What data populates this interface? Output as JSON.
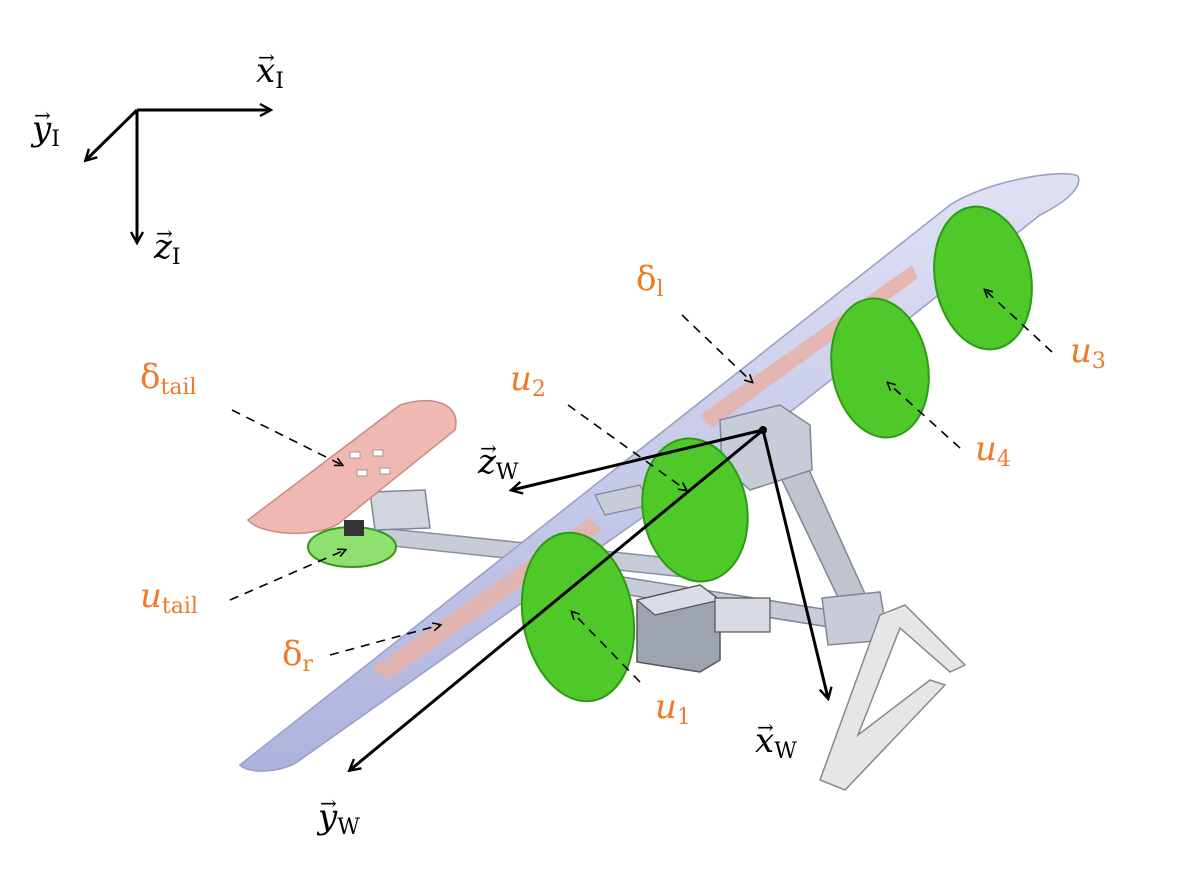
{
  "colors": {
    "wing": "#c9ccee",
    "wing_edge": "#9aa0c8",
    "flap": "#e6b2a8",
    "tail": "#efb9b2",
    "propeller": "#4fc829",
    "propeller_edge": "#2f9a14",
    "label_orange": "#f07a2a",
    "axis_black": "#000000",
    "frame_gray": "#b3b7c0",
    "stand": "#e4e4e4"
  },
  "inertial_frame": {
    "x": {
      "base": "x",
      "sub": "I"
    },
    "y": {
      "base": "y",
      "sub": "I"
    },
    "z": {
      "base": "z",
      "sub": "I"
    }
  },
  "wing_frame": {
    "x": {
      "base": "x",
      "sub": "W"
    },
    "y": {
      "base": "y",
      "sub": "W"
    },
    "z": {
      "base": "z",
      "sub": "W"
    }
  },
  "control_inputs": {
    "delta_l": {
      "base": "δ",
      "sub": "l"
    },
    "delta_r": {
      "base": "δ",
      "sub": "r"
    },
    "delta_tail": {
      "base": "δ",
      "sub": "tail"
    },
    "u1": {
      "base": "u",
      "sub": "1"
    },
    "u2": {
      "base": "u",
      "sub": "2"
    },
    "u3": {
      "base": "u",
      "sub": "3"
    },
    "u4": {
      "base": "u",
      "sub": "4"
    },
    "u_tail": {
      "base": "u",
      "sub": "tail"
    }
  }
}
